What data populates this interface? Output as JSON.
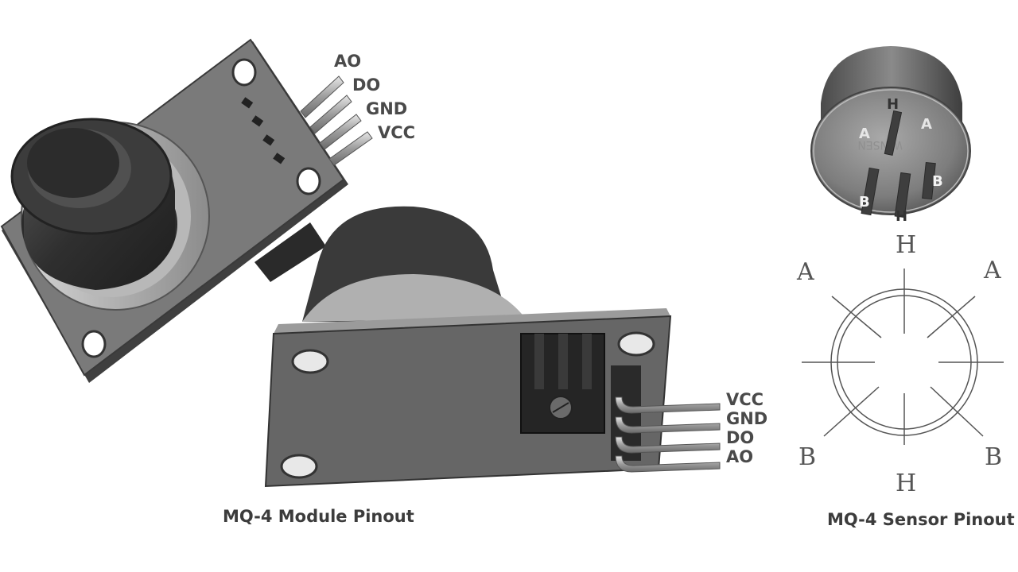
{
  "module": {
    "top_pins": [
      "AO",
      "DO",
      "GND",
      "VCC"
    ],
    "side_pins": [
      "VCC",
      "GND",
      "DO",
      "AO"
    ],
    "caption": "MQ-4 Module Pinout"
  },
  "sensor": {
    "photo_pins": {
      "h_top": "H",
      "a_left": "A",
      "a_right": "A",
      "b_left": "B",
      "b_right": "B",
      "h_bottom": "H"
    },
    "symbol_pins": {
      "h_top": "H",
      "a_left": "A",
      "a_right": "A",
      "b_left": "B",
      "b_right": "B",
      "h_bottom": "H"
    },
    "caption": "MQ-4 Sensor Pinout"
  },
  "colors": {
    "board": "#6e6e6e",
    "board_dark": "#4a4a4a",
    "sensor_cap": "#3a3a3a",
    "pin_metal": "#9a9a9a",
    "label_text": "#4a4a4a"
  }
}
